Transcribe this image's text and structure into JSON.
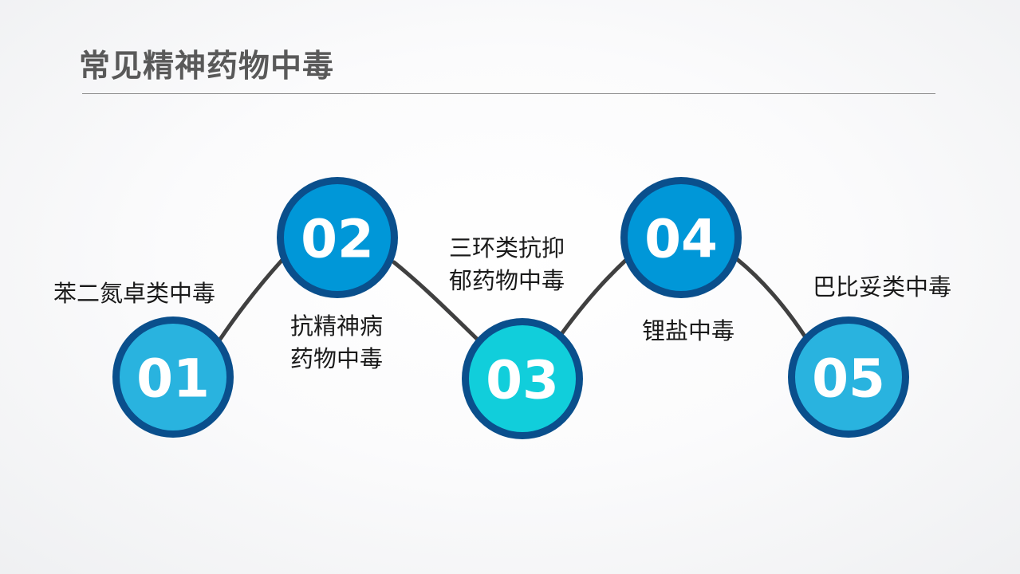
{
  "title": "常见精神药物中毒",
  "colors": {
    "title_text": "#595959",
    "ring_stroke": "#0a4f8c",
    "fill_light_blue": "#29b3df",
    "fill_blue": "#0097d8",
    "fill_cyan": "#11cedb",
    "connector": "#404040",
    "label_text": "#1a1a1a"
  },
  "steps": [
    {
      "number": "01",
      "lines": [
        "苯二氮卓类中毒"
      ],
      "fill": "#29b3df"
    },
    {
      "number": "02",
      "lines": [
        "抗精神病",
        "药物中毒"
      ],
      "fill": "#0097d8"
    },
    {
      "number": "03",
      "lines": [
        "三环类抗抑",
        "郁药物中毒"
      ],
      "fill": "#11cedb"
    },
    {
      "number": "04",
      "lines": [
        "锂盐中毒"
      ],
      "fill": "#0097d8"
    },
    {
      "number": "05",
      "lines": [
        "巴比妥类中毒"
      ],
      "fill": "#29b3df"
    }
  ]
}
